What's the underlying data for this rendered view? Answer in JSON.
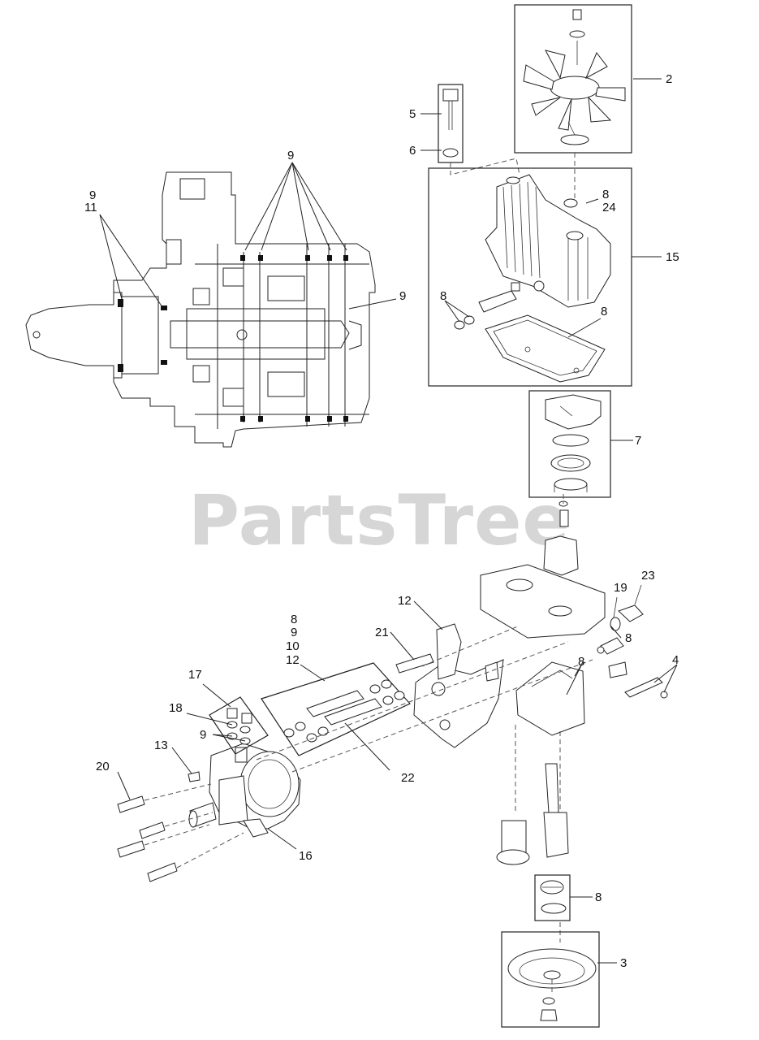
{
  "watermark": "PartsTree",
  "callouts": {
    "c2": "2",
    "c3": "3",
    "c4": "4",
    "c5": "5",
    "c6": "6",
    "c7": "7",
    "c8a": "8",
    "c24": "24",
    "c15": "15",
    "c8b": "8",
    "c8c": "8",
    "c9a": "9",
    "c9b": "9",
    "c11": "11",
    "c8d": "8",
    "c9c": "9",
    "c10": "10",
    "c12a": "12",
    "c12b": "12",
    "c13": "13",
    "c16": "16",
    "c17": "17",
    "c18": "18",
    "c9d": "9",
    "c19": "19",
    "c20": "20",
    "c21": "21",
    "c22": "22",
    "c23": "23",
    "c8e": "8",
    "c8f": "8",
    "c8g": "8"
  }
}
